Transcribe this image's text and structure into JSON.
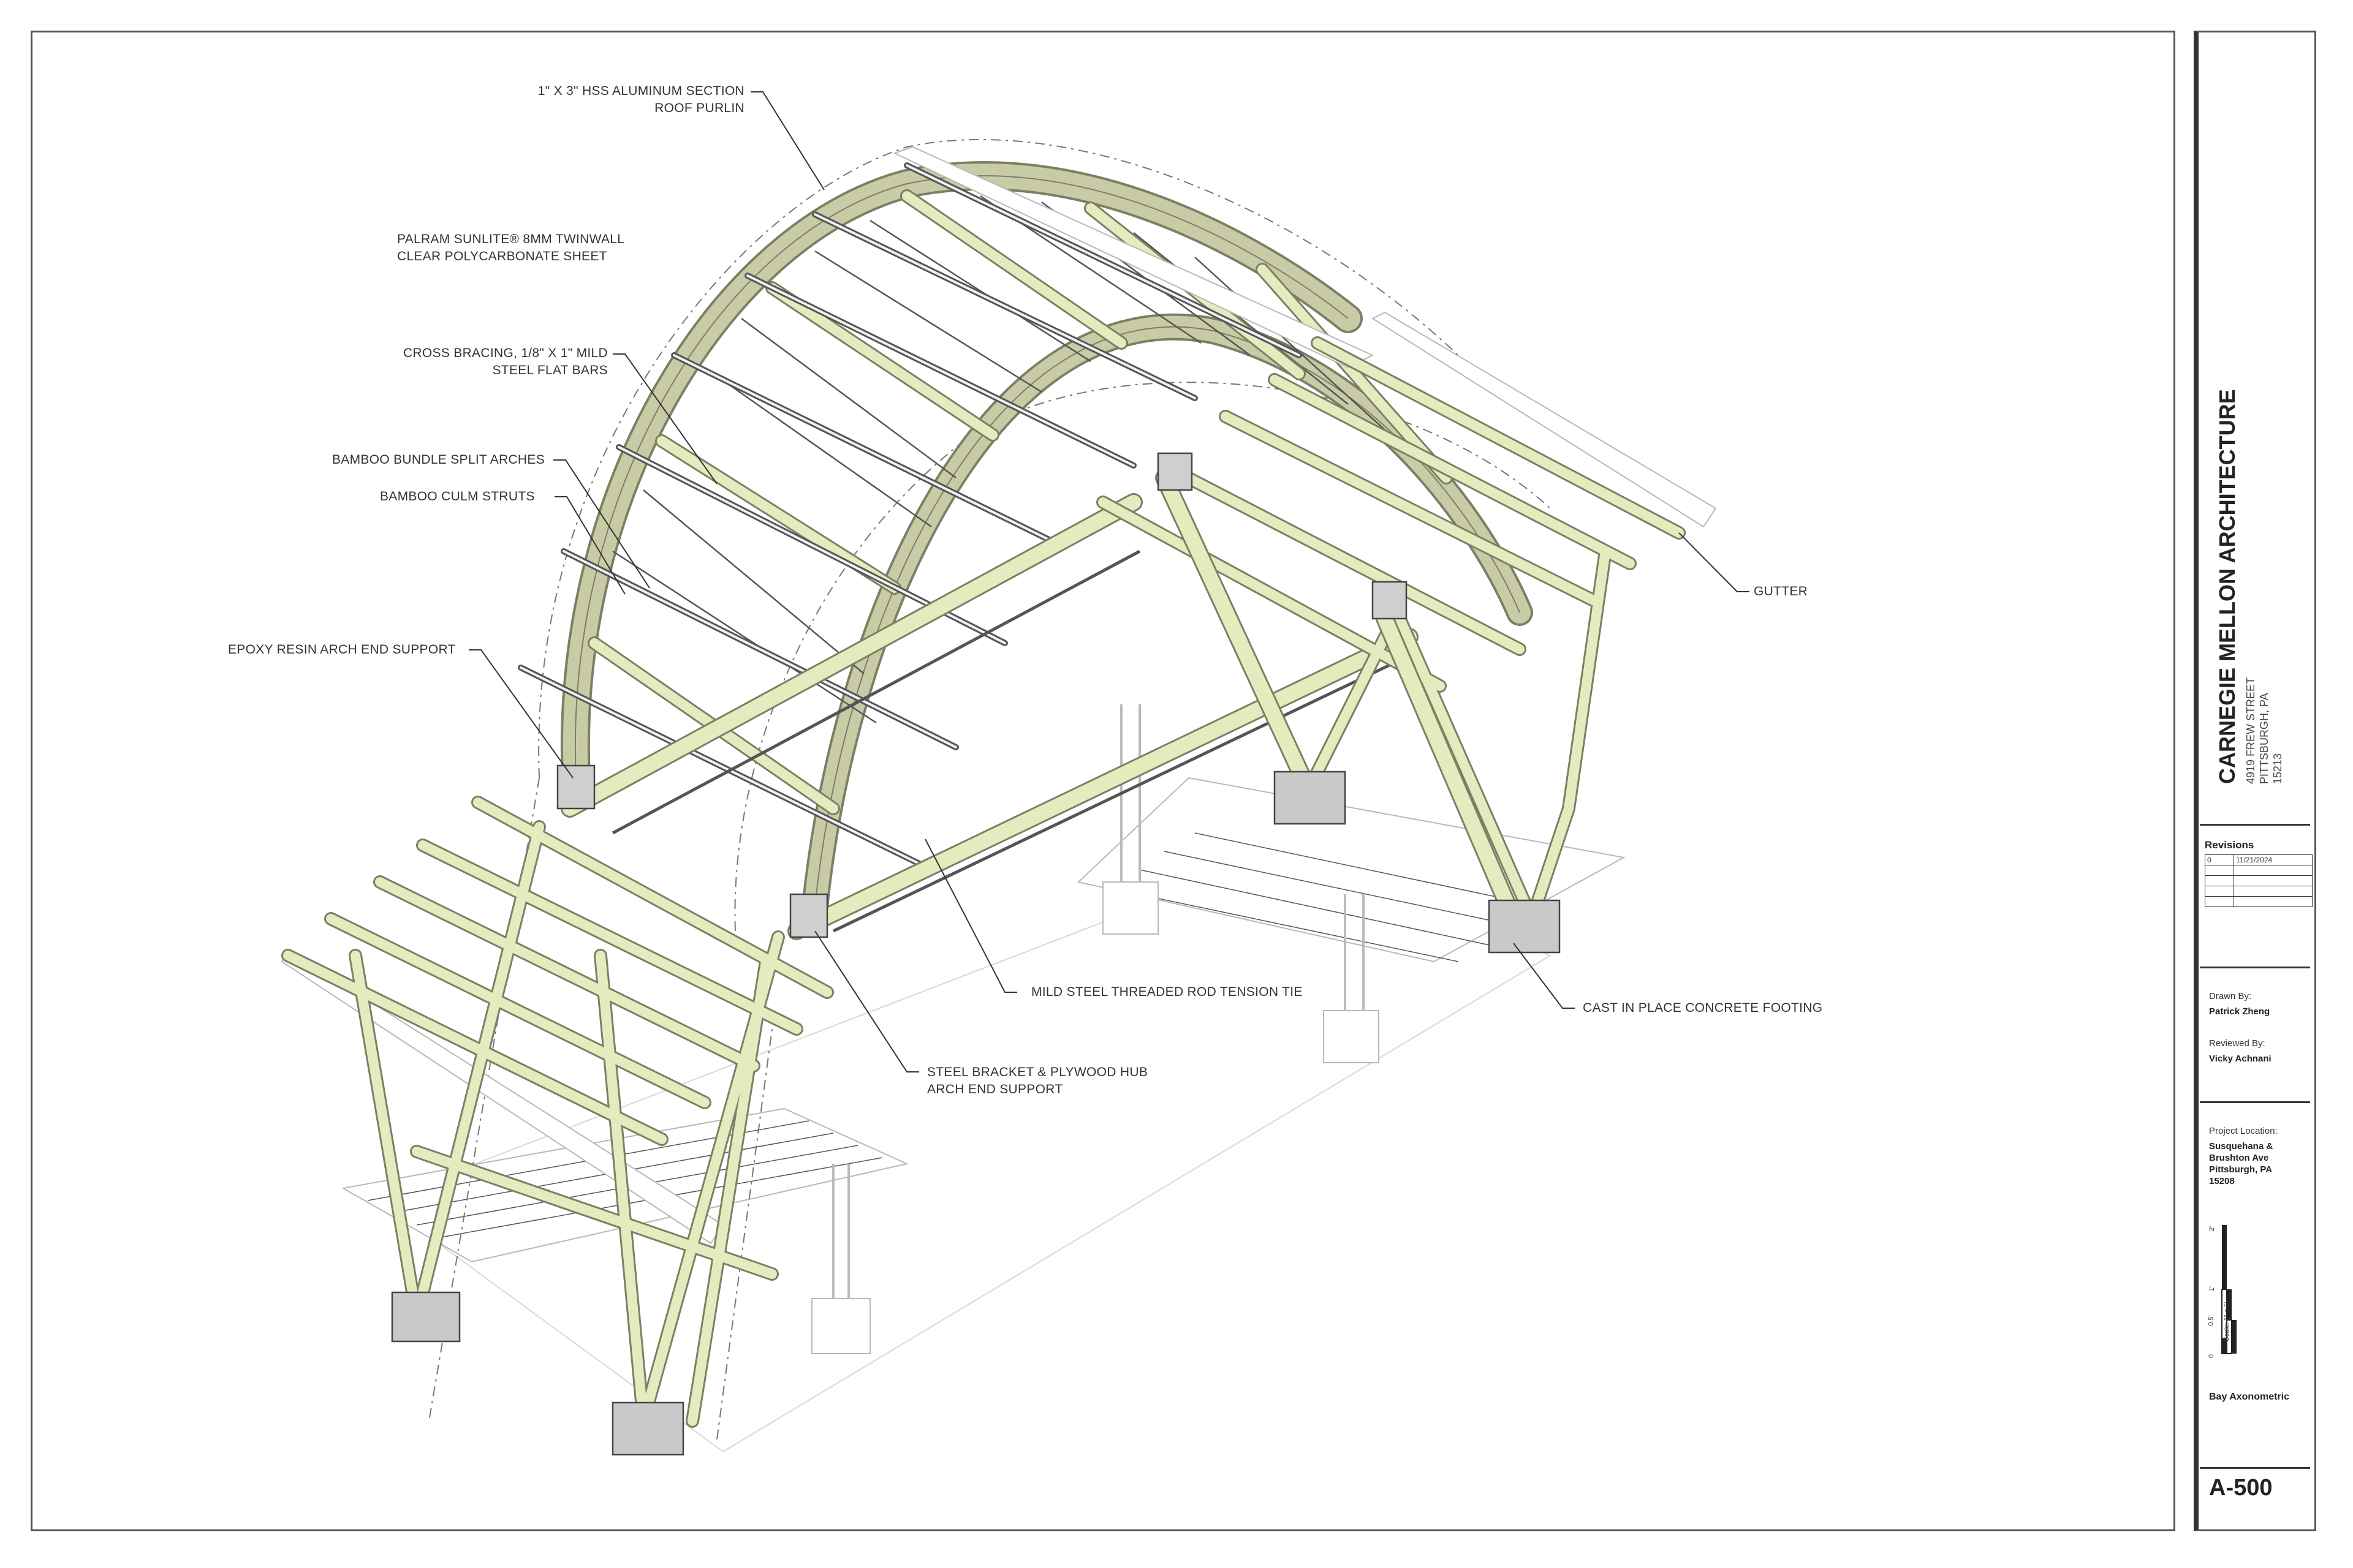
{
  "labels": {
    "purlin_l1": "1\" X 3\" HSS ALUMINUM SECTION",
    "purlin_l2": "ROOF PURLIN",
    "sheet_l1": "PALRAM SUNLITE® 8MM TWINWALL",
    "sheet_l2": "CLEAR POLYCARBONATE SHEET",
    "bracing_l1": "CROSS BRACING, 1/8\" X 1\" MILD",
    "bracing_l2": "STEEL FLAT BARS",
    "arches": "BAMBOO BUNDLE SPLIT ARCHES",
    "struts": "BAMBOO CULM STRUTS",
    "epoxy": "EPOXY RESIN ARCH END SUPPORT",
    "gutter": "GUTTER",
    "tension": "MILD STEEL THREADED ROD TENSION TIE",
    "bracket_l1": "STEEL BRACKET & PLYWOOD HUB",
    "bracket_l2": "ARCH END SUPPORT",
    "footing": "CAST IN PLACE CONCRETE FOOTING"
  },
  "title_block": {
    "firm": "CARNEGIE MELLON ARCHITECTURE",
    "address_1": "4919 FREW STREET",
    "address_2": "PITTSBURGH, PA",
    "address_3": "15213",
    "revisions_title": "Revisions",
    "revisions": [
      {
        "num": "0",
        "date": "11/21/2024"
      },
      {
        "num": "",
        "date": ""
      },
      {
        "num": "",
        "date": ""
      },
      {
        "num": "",
        "date": ""
      },
      {
        "num": "",
        "date": ""
      }
    ],
    "drawn_by_label": "Drawn By:",
    "drawn_by": "Patrick Zheng",
    "reviewed_by_label": "Reviewed By:",
    "reviewed_by": "Vicky Achnani",
    "location_label": "Project Location:",
    "location_1": "Susquehana &",
    "location_2": "Brushton Ave",
    "location_3": "Pittsburgh, PA",
    "location_4": "15208",
    "scale_ticks": [
      "0",
      "0.5'",
      "1'",
      "2'"
    ],
    "scale_text": "Scale: 1\" = 1'",
    "sheet_title": "Bay Axonometric",
    "sheet_number": "A-500"
  },
  "colors": {
    "bamboo": "#e6eabf",
    "bamboo_stroke": "#7a8063",
    "arch": "#c8cba6",
    "concrete": "#c9c9c9",
    "line": "#333333"
  }
}
